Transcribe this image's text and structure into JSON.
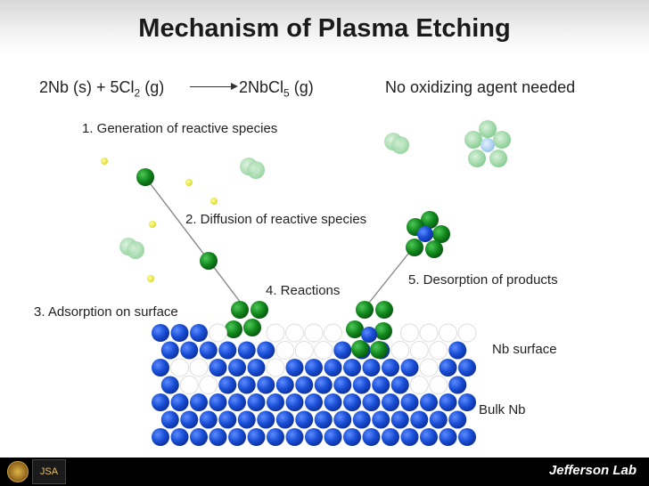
{
  "title": "Mechanism of Plasma Etching",
  "equation": {
    "lhs_pre": "2Nb (s) + 5Cl",
    "lhs_sub": "2",
    "lhs_post": " (g)",
    "rhs_pre": "2NbCl",
    "rhs_sub": "5",
    "rhs_post": " (g)"
  },
  "note": "No oxidizing agent needed",
  "steps": {
    "s1": "1. Generation of reactive species",
    "s2": "2. Diffusion of reactive species",
    "s3": "3. Adsorption on surface",
    "s4": "4. Reactions",
    "s5": "5. Desorption of products"
  },
  "labels": {
    "surface": "Nb surface",
    "bulk": "Bulk Nb"
  },
  "footer": {
    "logo_left_text": "JSA",
    "logo_right_text": "Jefferson Lab"
  },
  "colors": {
    "nb_blue": "#1a4fd6",
    "cl_green": "#138a1e",
    "light_green": "#8fd39a",
    "yellow": "#e6e622"
  }
}
